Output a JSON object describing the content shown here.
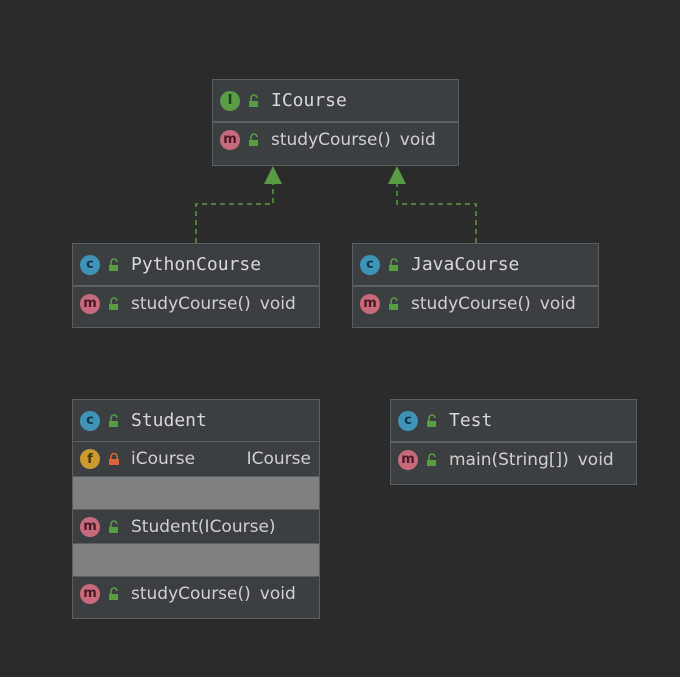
{
  "classes": {
    "icourse": {
      "badge": "I",
      "name": "ICourse",
      "methods": [
        {
          "badge": "m",
          "name": "studyCourse()",
          "type": "void"
        }
      ]
    },
    "python": {
      "badge": "c",
      "name": "PythonCourse",
      "methods": [
        {
          "badge": "m",
          "name": "studyCourse()",
          "type": "void"
        }
      ]
    },
    "java": {
      "badge": "c",
      "name": "JavaCourse",
      "methods": [
        {
          "badge": "m",
          "name": "studyCourse()",
          "type": "void"
        }
      ]
    },
    "student": {
      "badge": "c",
      "name": "Student",
      "fields": [
        {
          "badge": "f",
          "name": "iCourse",
          "type": "ICourse"
        }
      ],
      "constructors": [
        {
          "badge": "m",
          "name": "Student(ICourse)"
        }
      ],
      "methods": [
        {
          "badge": "m",
          "name": "studyCourse()",
          "type": "void"
        }
      ]
    },
    "test": {
      "badge": "c",
      "name": "Test",
      "methods": [
        {
          "badge": "m",
          "name": "main(String[])",
          "type": "void"
        }
      ]
    }
  },
  "colors": {
    "background": "#2b2b2b",
    "box": "#3c3f41",
    "interface_badge": "#5a9b45",
    "class_badge": "#3f93b7",
    "method_badge": "#c76b7c",
    "field_badge": "#c99a2e",
    "realization_line": "#5a9b45"
  }
}
